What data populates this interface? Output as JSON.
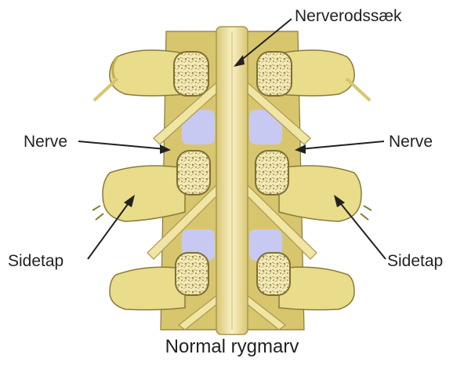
{
  "labels": {
    "top": "Nerverodssæk",
    "nerve_left": "Nerve",
    "nerve_right": "Nerve",
    "process_left": "Sidetap",
    "process_right": "Sidetap"
  },
  "caption": "Normal rygmarv",
  "colors": {
    "bone": "#e9dc8a",
    "bone_dark": "#c3ae4e",
    "bone_light": "#f6eeb8",
    "disc": "#c8c9f2",
    "nerve": "#f1e5a4",
    "outline": "#8a7a3a",
    "leader": "#222222"
  }
}
